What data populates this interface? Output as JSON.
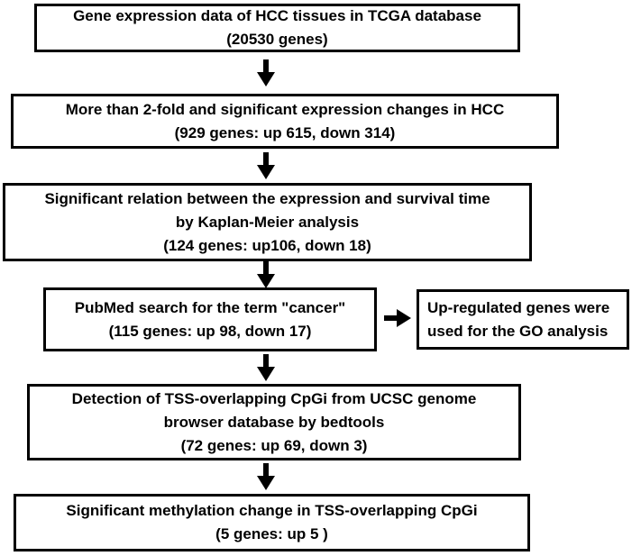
{
  "figure": {
    "background_color": "#ffffff",
    "box_border_color": "#000000",
    "text_color": "#000000",
    "steps": [
      {
        "lines": [
          "Gene expression data of HCC tissues in TCGA database",
          "(20530 genes)"
        ]
      },
      {
        "lines": [
          "More than 2-fold and significant expression changes in HCC",
          "(929 genes: up 615, down 314)"
        ]
      },
      {
        "lines": [
          "Significant relation between the expression and survival time",
          "by Kaplan-Meier analysis",
          "(124 genes: up106, down 18)"
        ]
      },
      {
        "lines": [
          "PubMed search for the term \"cancer\"",
          "(115 genes: up 98, down 17)"
        ]
      },
      {
        "lines": [
          "Detection of TSS-overlapping CpGi  from UCSC genome",
          "browser database by bedtools",
          "(72 genes: up 69, down 3)"
        ]
      },
      {
        "lines": [
          "Significant methylation change in TSS-overlapping CpGi",
          "(5 genes: up 5 )"
        ]
      }
    ],
    "side_note": {
      "lines": [
        "Up-regulated genes were",
        "used for the GO analysis"
      ]
    },
    "icons": {
      "down_arrow": "arrow-down",
      "right_arrow": "arrow-right"
    }
  }
}
